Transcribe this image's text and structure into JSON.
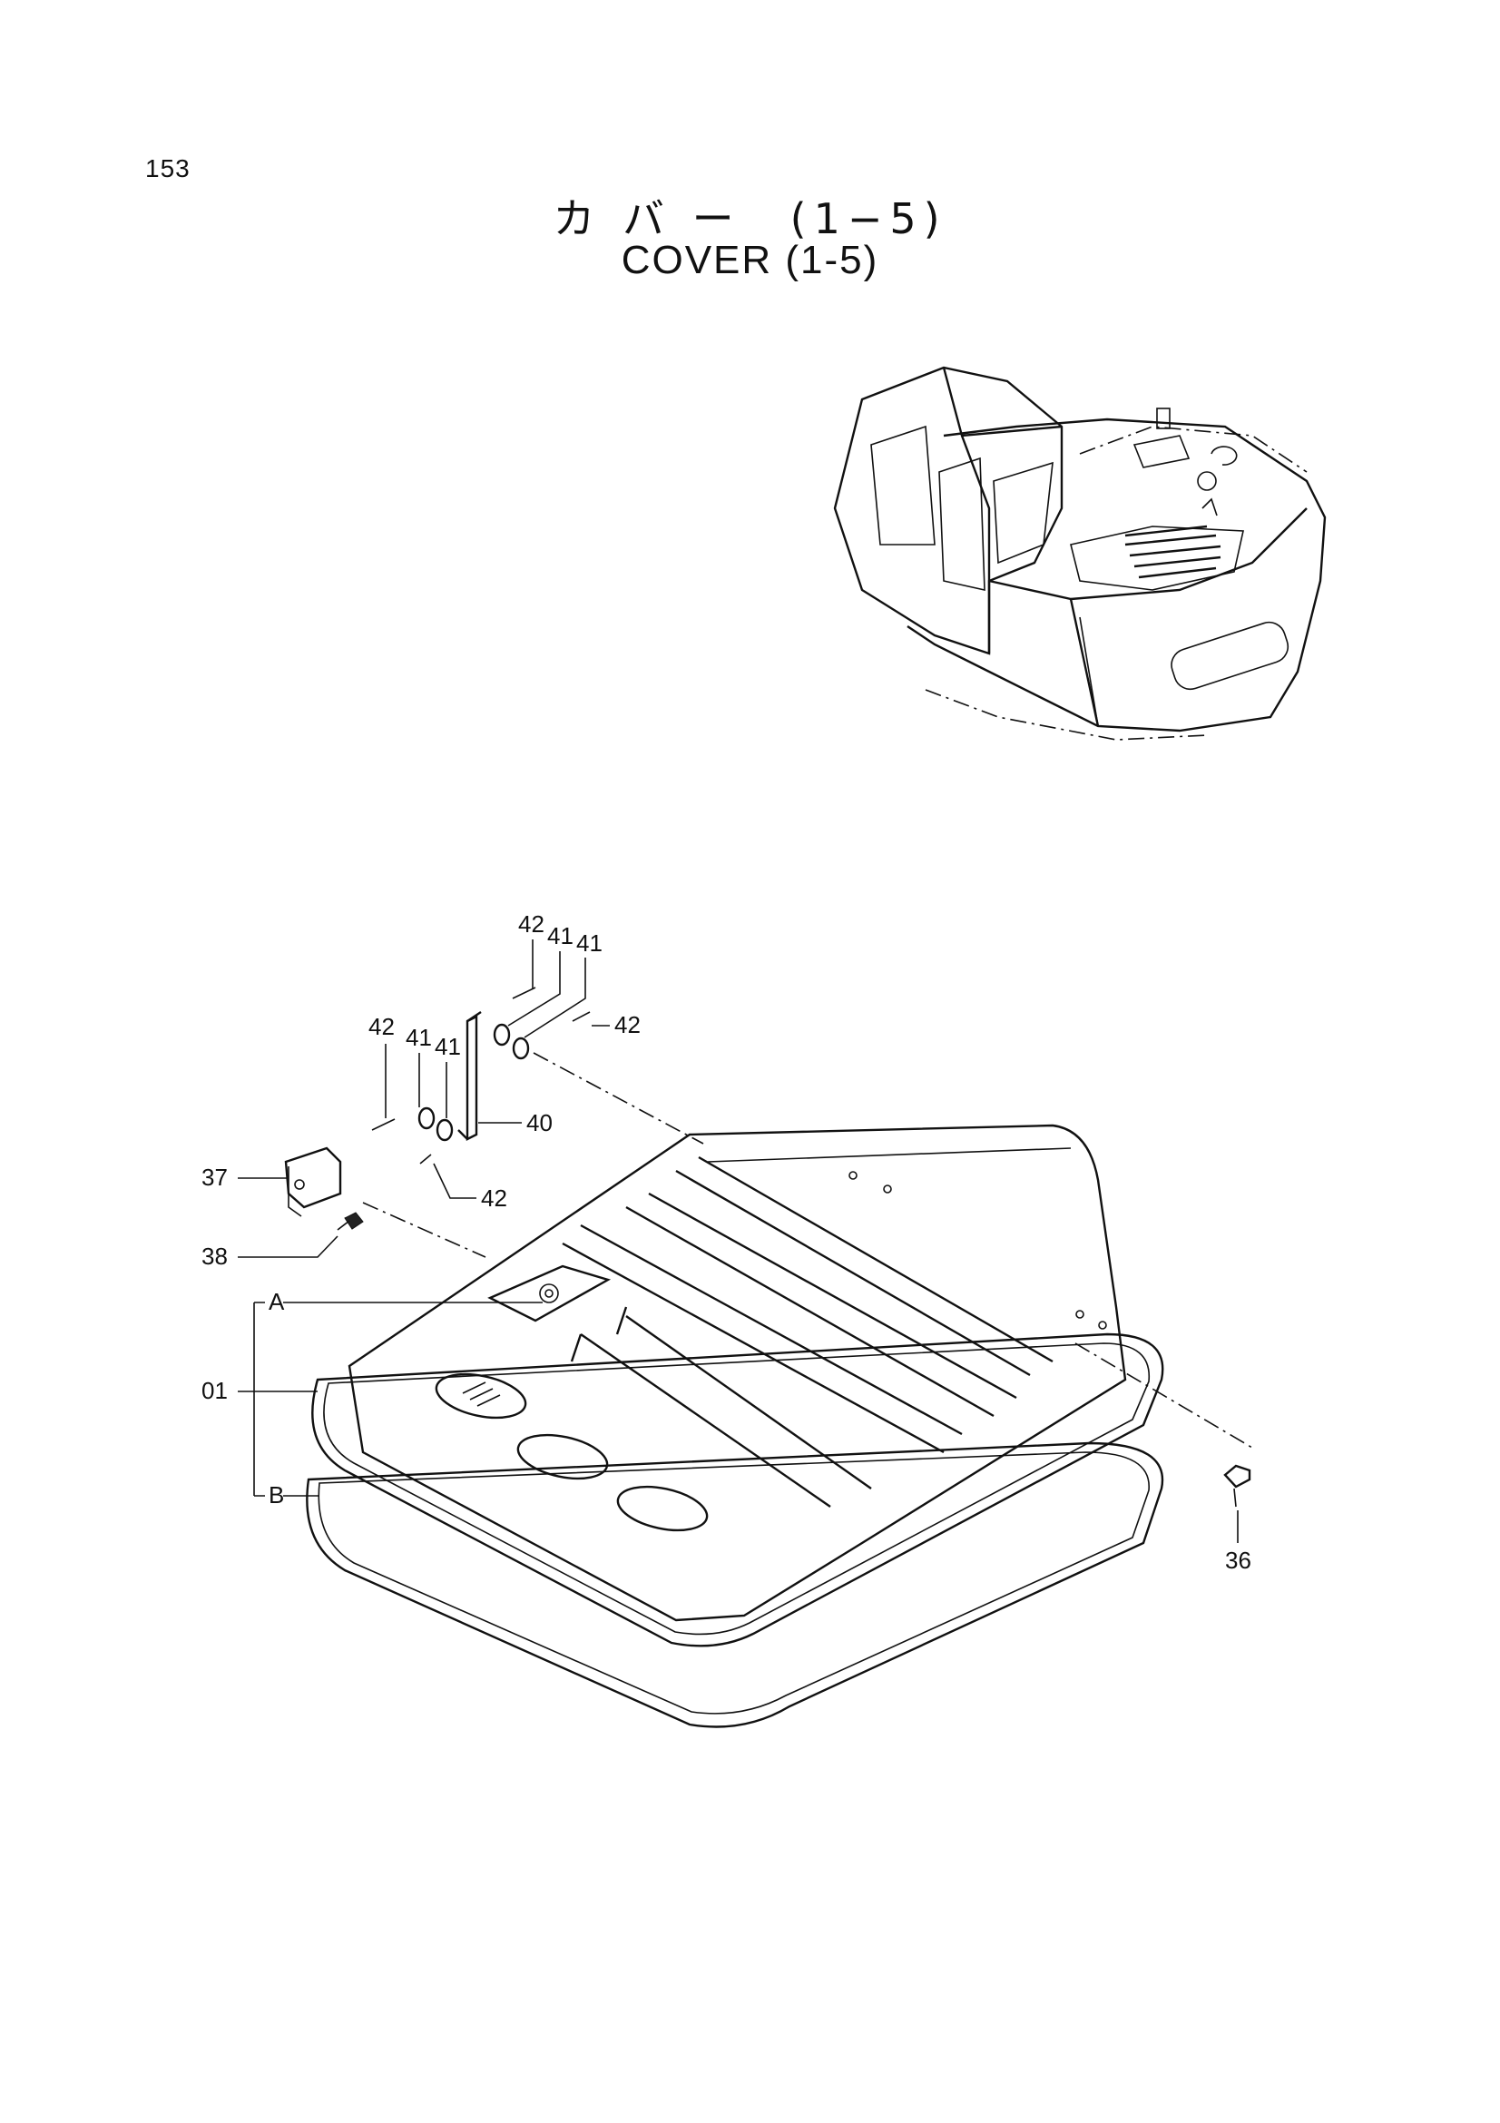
{
  "page": {
    "number": "153"
  },
  "title": {
    "japanese": "カ バ ー　(1−5)",
    "english": "COVER (1-5)"
  },
  "callouts": {
    "c42a": "42",
    "c41a": "41",
    "c41b": "41",
    "c42b": "42",
    "c41c": "41",
    "c41d": "41",
    "c42c": "42",
    "c40": "40",
    "c42d": "42",
    "c37": "37",
    "c38": "38",
    "cA": "A",
    "c01": "01",
    "cB": "B",
    "c36": "36"
  }
}
